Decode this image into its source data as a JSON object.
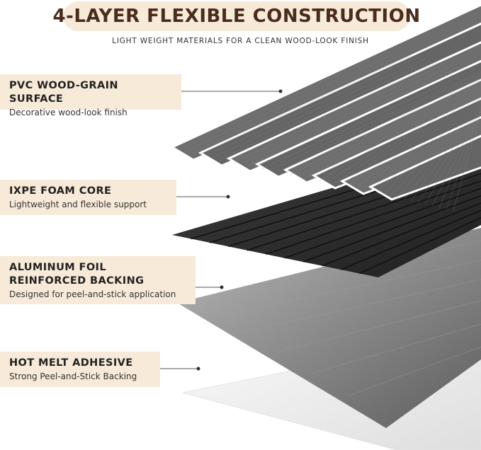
{
  "header": {
    "title": "4-LAYER FLEXIBLE CONSTRUCTION",
    "subtitle": "LIGHT WEIGHT MATERIALS FOR A CLEAN WOOD-LOOK FINISH"
  },
  "layers": [
    {
      "title": "PVC WOOD-GRAIN SURFACE",
      "description": "Decorative wood-look finish"
    },
    {
      "title": "IXPE FOAM CORE",
      "description": "Lightweight and flexible support"
    },
    {
      "title": "ALUMINUM FOIL\nREINFORCED BACKING",
      "description": "Designed for peel-and-stick application"
    },
    {
      "title": "HOT MELT ADHESIVE",
      "description": "Strong Peel-and-Stick Backing"
    }
  ],
  "colors": {
    "label_bg": "#f7ead8",
    "title_text": "#4a2c1e",
    "wood_layer": "#6a6a6a",
    "foam_layer": "#2c2c2c",
    "foil_layer": "#8e8e8e",
    "adhesive_layer": "#f1f1f1"
  }
}
